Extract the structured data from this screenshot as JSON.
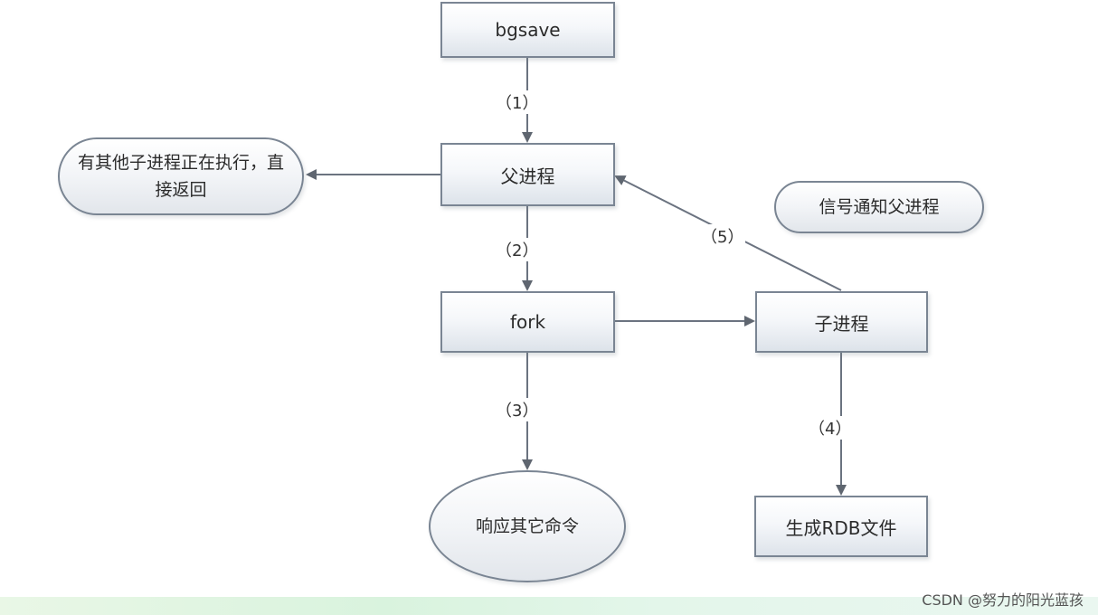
{
  "nodes": {
    "bgsave": "bgsave",
    "parent_process": "父进程",
    "other_child_running": "有其他子进程正在执行，直接返回",
    "signal_notify": "信号通知父进程",
    "fork": "fork",
    "child_process": "子进程",
    "respond_other": "响应其它命令",
    "generate_rdb": "生成RDB文件"
  },
  "steps": {
    "s1": "（1）",
    "s2": "（2）",
    "s3": "（3）",
    "s4": "（4）",
    "s5": "（5）"
  },
  "watermark": "CSDN @努力的阳光蓝孩"
}
